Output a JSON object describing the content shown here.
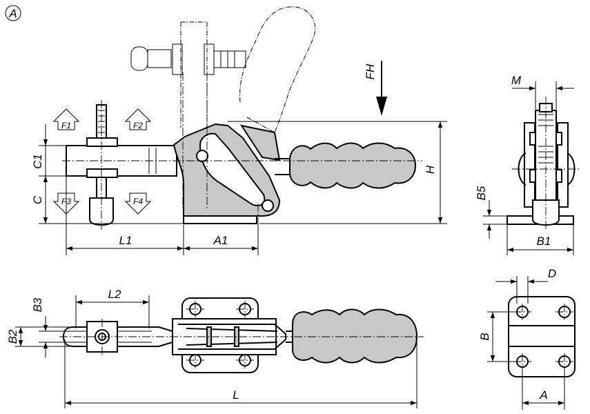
{
  "view_marker": "A",
  "labels": {
    "FH": "FH",
    "H": "H",
    "C": "C",
    "C1": "C1",
    "F1": "F1",
    "F2": "F2",
    "F3": "F3",
    "F4": "F4",
    "L1": "L1",
    "A1": "A1",
    "M": "M",
    "B5": "B5",
    "B1": "B1",
    "L2": "L2",
    "B3": "B3",
    "B2": "B2",
    "L": "L",
    "D": "D",
    "B": "B",
    "A": "A"
  }
}
